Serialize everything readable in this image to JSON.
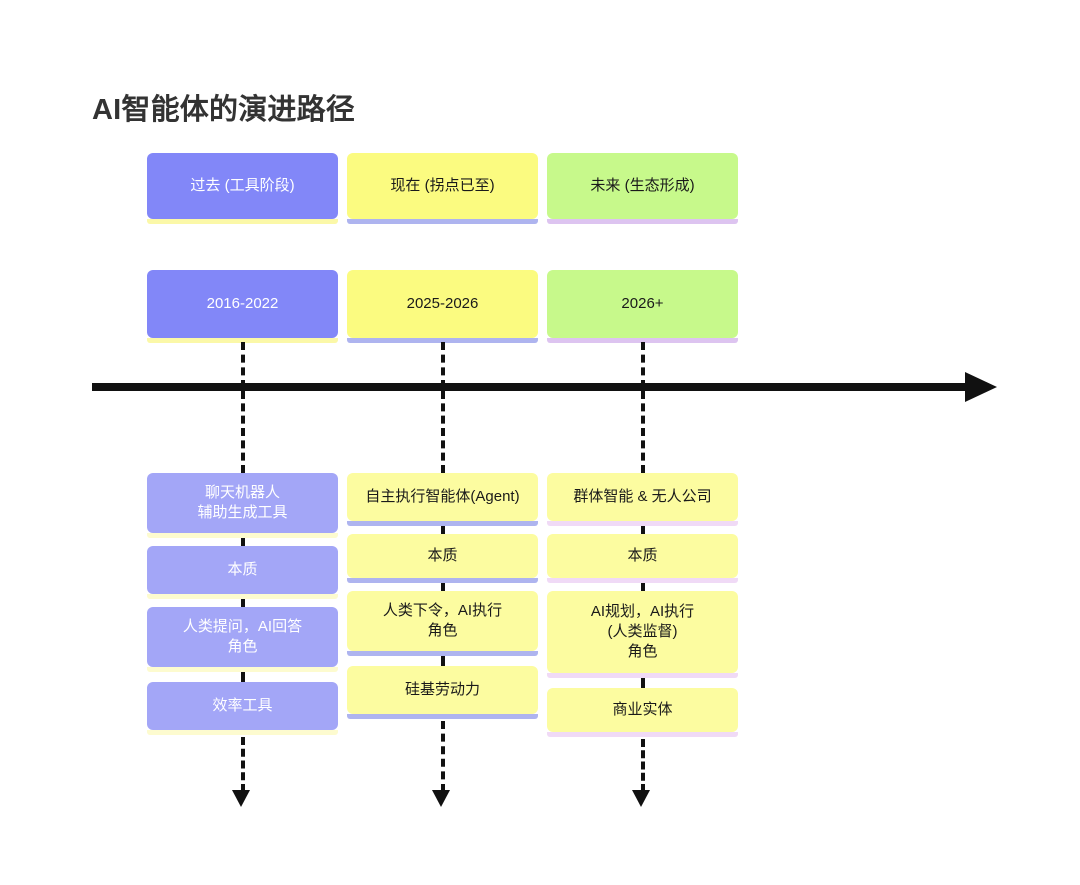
{
  "title": "AI智能体的演进路径",
  "colors": {
    "past_fill": "#8287f8",
    "present_fill": "#fbfb80",
    "future_fill": "#c7f98b",
    "content_yellow": "#fcfca0",
    "content_purple": "#a3a6f7",
    "strip_yellow": "#fbf8a8",
    "strip_periwinkle": "#aeb4ef",
    "strip_lavender": "#ddc4f0",
    "title_color": "#333333",
    "axis_color": "#111111",
    "background": "#ffffff"
  },
  "columns": [
    {
      "id": "past",
      "header": "过去 (工具阶段)",
      "period": "2016-2022",
      "items": [
        "聊天机器人\n辅助生成工具",
        "本质",
        "人类提问，AI回答\n角色",
        "效率工具"
      ]
    },
    {
      "id": "present",
      "header": "现在 (拐点已至)",
      "period": "2025-2026",
      "items": [
        "自主执行智能体(Agent)",
        "本质",
        "人类下令，AI执行\n角色",
        "硅基劳动力"
      ]
    },
    {
      "id": "future",
      "header": "未来 (生态形成)",
      "period": "2026+",
      "items": [
        "群体智能 & 无人公司",
        "本质",
        "AI规划，AI执行\n(人类监督)\n角色",
        "商业实体"
      ]
    }
  ],
  "axis": {
    "name": "timeline-axis",
    "direction": "left-to-right"
  }
}
